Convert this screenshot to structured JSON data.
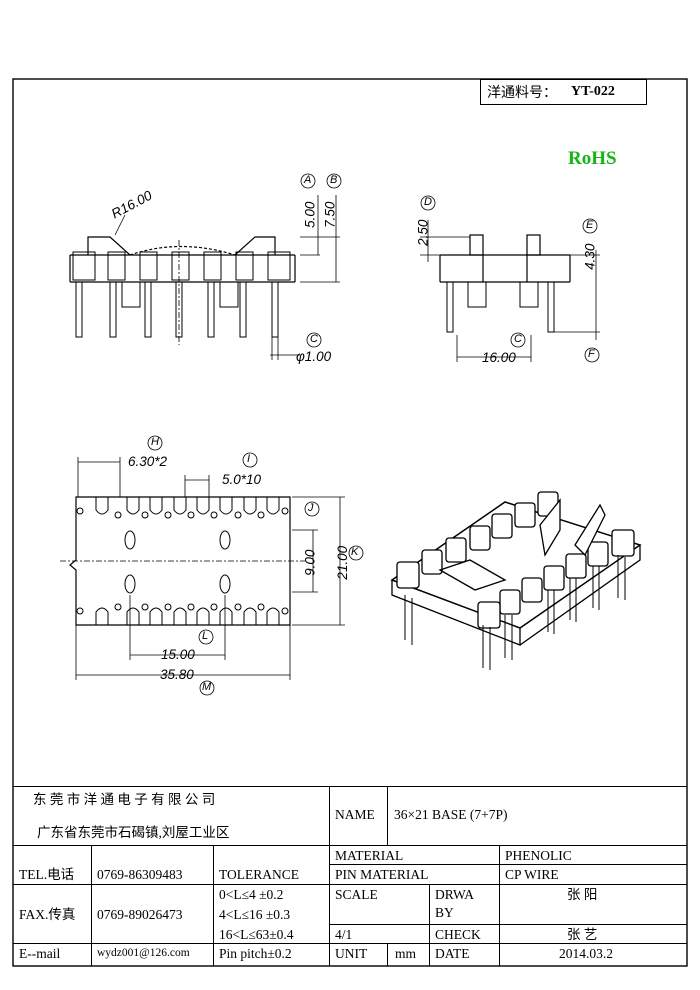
{
  "part_number": {
    "label": "洋通料号：",
    "value": "YT-022"
  },
  "rohs": {
    "label": "RoHS",
    "color": "#15b515"
  },
  "dimensions": {
    "front": {
      "radius": "R16.00",
      "height_a": "5.00",
      "height_b": "7.50",
      "pin_dia": "φ1.00",
      "marks": [
        "A",
        "B",
        "C"
      ]
    },
    "side": {
      "height_d": "2.50",
      "height_e": "4.30",
      "width": "16.00",
      "marks": [
        "D",
        "E",
        "C",
        "F"
      ]
    },
    "bottom": {
      "pitch_h": "6.30*2",
      "pitch_i": "5.0*10",
      "width_l": "15.00",
      "length_m": "35.80",
      "height_j": "9.00",
      "height_k": "21.00",
      "marks": [
        "H",
        "I",
        "J",
        "K",
        "L",
        "M"
      ]
    }
  },
  "title_block": {
    "company": "东 莞 市 洋 通 电 子 有 限 公 司",
    "address": "广东省东莞市石碣镇,刘屋工业区",
    "name_label": "NAME",
    "name_value": "36×21 BASE (7+7P)",
    "tel_label": "TEL.电话",
    "tel_value": "0769-86309483",
    "fax_label": "FAX.传真",
    "fax_value": "0769-89026473",
    "email_label": "E--mail",
    "email_value": "wydz001@126.com",
    "tolerance_label": "TOLERANCE",
    "tolerances": [
      "0<L≤4   ±0.2",
      "4<L≤16  ±0.3",
      "16<L≤63±0.4",
      "Pin pitch±0.2"
    ],
    "material_label": "MATERIAL",
    "material_value": "PHENOLIC",
    "pin_material_label": "PIN MATERIAL",
    "pin_material_value": "CP WIRE",
    "scale_label": "SCALE",
    "scale_value": "4/1",
    "drawn_label_1": "DRWA",
    "drawn_label_2": "BY",
    "drawn_value": "张 阳",
    "check_label": "CHECK",
    "check_value": "张 艺",
    "unit_label": "UNIT",
    "unit_value": "mm",
    "date_label": "DATE",
    "date_value": "2014.03.2"
  }
}
